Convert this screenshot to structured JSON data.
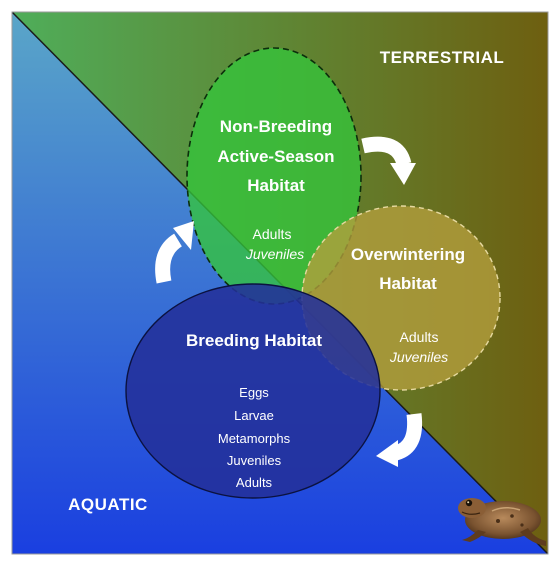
{
  "colors": {
    "aquatic_top": "#5aa6c8",
    "aquatic_bottom": "#1a3fe0",
    "terrestrial_left": "#4fae5a",
    "terrestrial_right": "#6e5f10",
    "nonbreeding_fill": "#34c53b",
    "overwintering_fill": "#b59f3e",
    "breeding_fill": "#23309a",
    "arrow": "#ffffff"
  },
  "regions": {
    "terrestrial": "TERRESTRIAL",
    "aquatic": "AQUATIC"
  },
  "habitats": {
    "nonbreeding": {
      "title": [
        "Non-Breeding",
        "Active-Season",
        "Habitat"
      ],
      "stages": [
        "Adults"
      ],
      "stages_italic": [
        "Juveniles"
      ]
    },
    "overwintering": {
      "title": [
        "Overwintering",
        "Habitat"
      ],
      "stages": [
        "Adults"
      ],
      "stages_italic": [
        "Juveniles"
      ]
    },
    "breeding": {
      "title": [
        "Breeding Habitat"
      ],
      "stages": [
        "Eggs",
        "Larvae",
        "Metamorphs",
        "Juveniles",
        "Adults"
      ]
    }
  },
  "icons": {
    "arrows": [
      "curved-arrow-icon",
      "curved-arrow-icon",
      "curved-arrow-icon"
    ],
    "frog": "frog-icon"
  }
}
